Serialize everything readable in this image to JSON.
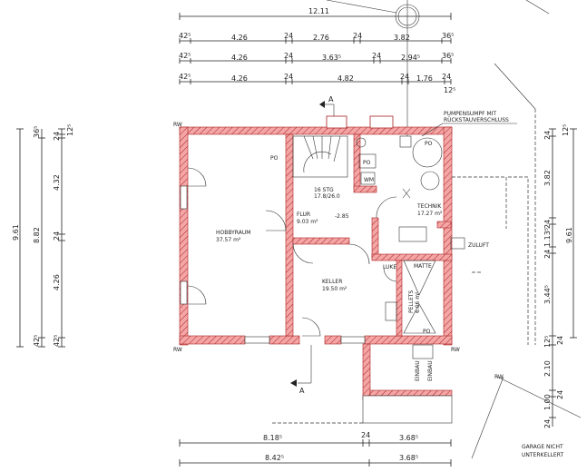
{
  "colors": {
    "wall_fill": "#f4a6a6",
    "wall_hatch": "#a22222",
    "line": "#222222"
  },
  "top_dims": {
    "overall": "12.11",
    "row1": [
      "42⁵",
      "4.26",
      "24",
      "2.76",
      "24",
      "3.82",
      "36⁵"
    ],
    "row2": [
      "42⁵",
      "4.26",
      "24",
      "3.63⁵",
      "24",
      "2.94⁵",
      "36⁵"
    ],
    "row3": [
      "42⁵",
      "4.26",
      "24",
      "4.82",
      "24",
      "1.76",
      "24",
      "12⁵"
    ]
  },
  "left_dims": {
    "overall": "9.61",
    "row1": [
      "36⁵",
      "8.82",
      "42⁵"
    ],
    "row2": [
      "12⁵",
      "24",
      "4.32",
      "24",
      "4.26",
      "42⁵"
    ]
  },
  "right_dims": {
    "overall": "9.61",
    "inner": [
      "12⁵",
      "24",
      "3.82",
      "24",
      "1.13⁵",
      "24",
      "3.44⁵",
      "12⁵",
      "24",
      "2.10",
      "24",
      "1.00",
      "24"
    ]
  },
  "bottom_dims": {
    "row1": [
      "8.18⁵",
      "24",
      "3.68⁵"
    ],
    "row2": [
      "8.42⁵",
      "3.68⁵"
    ]
  },
  "rooms": [
    {
      "name": "HOBBYRAUM",
      "area": "37.57 m²"
    },
    {
      "name": "FLUR",
      "area": "9.03 m²"
    },
    {
      "name": "KELLER",
      "area": "19.50 m²"
    },
    {
      "name": "TECHNIK",
      "area": "17.27 m²"
    },
    {
      "name": "PELLETS",
      "area": "6.06 m²"
    }
  ],
  "labels": {
    "section": "A",
    "level": "-2.85",
    "stairs": "16 STG",
    "stairs_ratio": "17.8/26.0",
    "pumpensumpf_line1": "PUMPENSUMPF MIT",
    "pumpensumpf_line2": "RÜCKSTAUVERSCHLUSS",
    "po": "PO",
    "wm": "WM",
    "zuluft": "ZULUFT",
    "luke": "LUKE",
    "matte": "MATTE",
    "rw": "RW",
    "einbau": "EINBAU",
    "garage_line1": "GARAGE NICHT",
    "garage_line2": "UNTERKELLERT"
  }
}
